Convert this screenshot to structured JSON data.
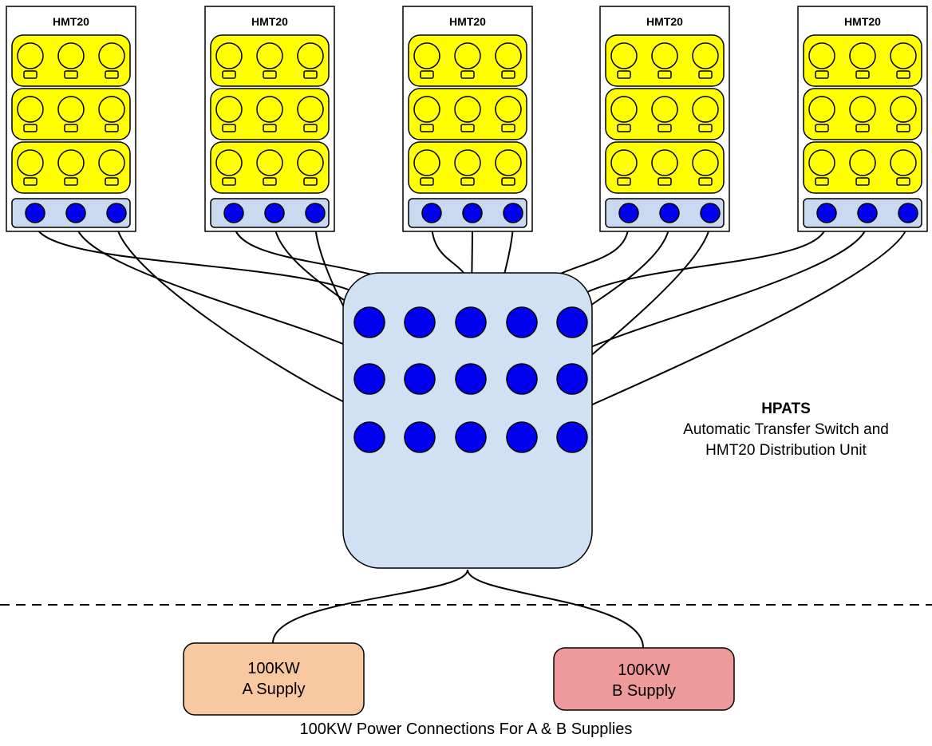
{
  "units": [
    {
      "title": "HMT20",
      "breaker_rows": 3,
      "breakers_per_row": 3,
      "outlets": 3
    },
    {
      "title": "HMT20",
      "breaker_rows": 3,
      "breakers_per_row": 3,
      "outlets": 3
    },
    {
      "title": "HMT20",
      "breaker_rows": 3,
      "breakers_per_row": 3,
      "outlets": 3
    },
    {
      "title": "HMT20",
      "breaker_rows": 3,
      "breakers_per_row": 3,
      "outlets": 3
    },
    {
      "title": "HMT20",
      "breaker_rows": 3,
      "breakers_per_row": 3,
      "outlets": 3
    }
  ],
  "hpats": {
    "title": "HPATS",
    "description_line1": "Automatic Transfer Switch and",
    "description_line2": "HMT20 Distribution Unit",
    "port_rows": 3,
    "port_cols": 5
  },
  "supplies": {
    "a": {
      "line1": "100KW",
      "line2": "A Supply"
    },
    "b": {
      "line1": "100KW",
      "line2": "B Supply"
    }
  },
  "caption": "100KW Power Connections For A & B Supplies",
  "colors": {
    "breaker_fill": "#ffff00",
    "outlet_strip": "#c9daf0",
    "port_fill": "#0000ee",
    "hpats_fill": "#cfe1f3",
    "supply_a_fill": "#f8c8a0",
    "supply_b_fill": "#ee9a9a",
    "stroke": "#000000"
  }
}
